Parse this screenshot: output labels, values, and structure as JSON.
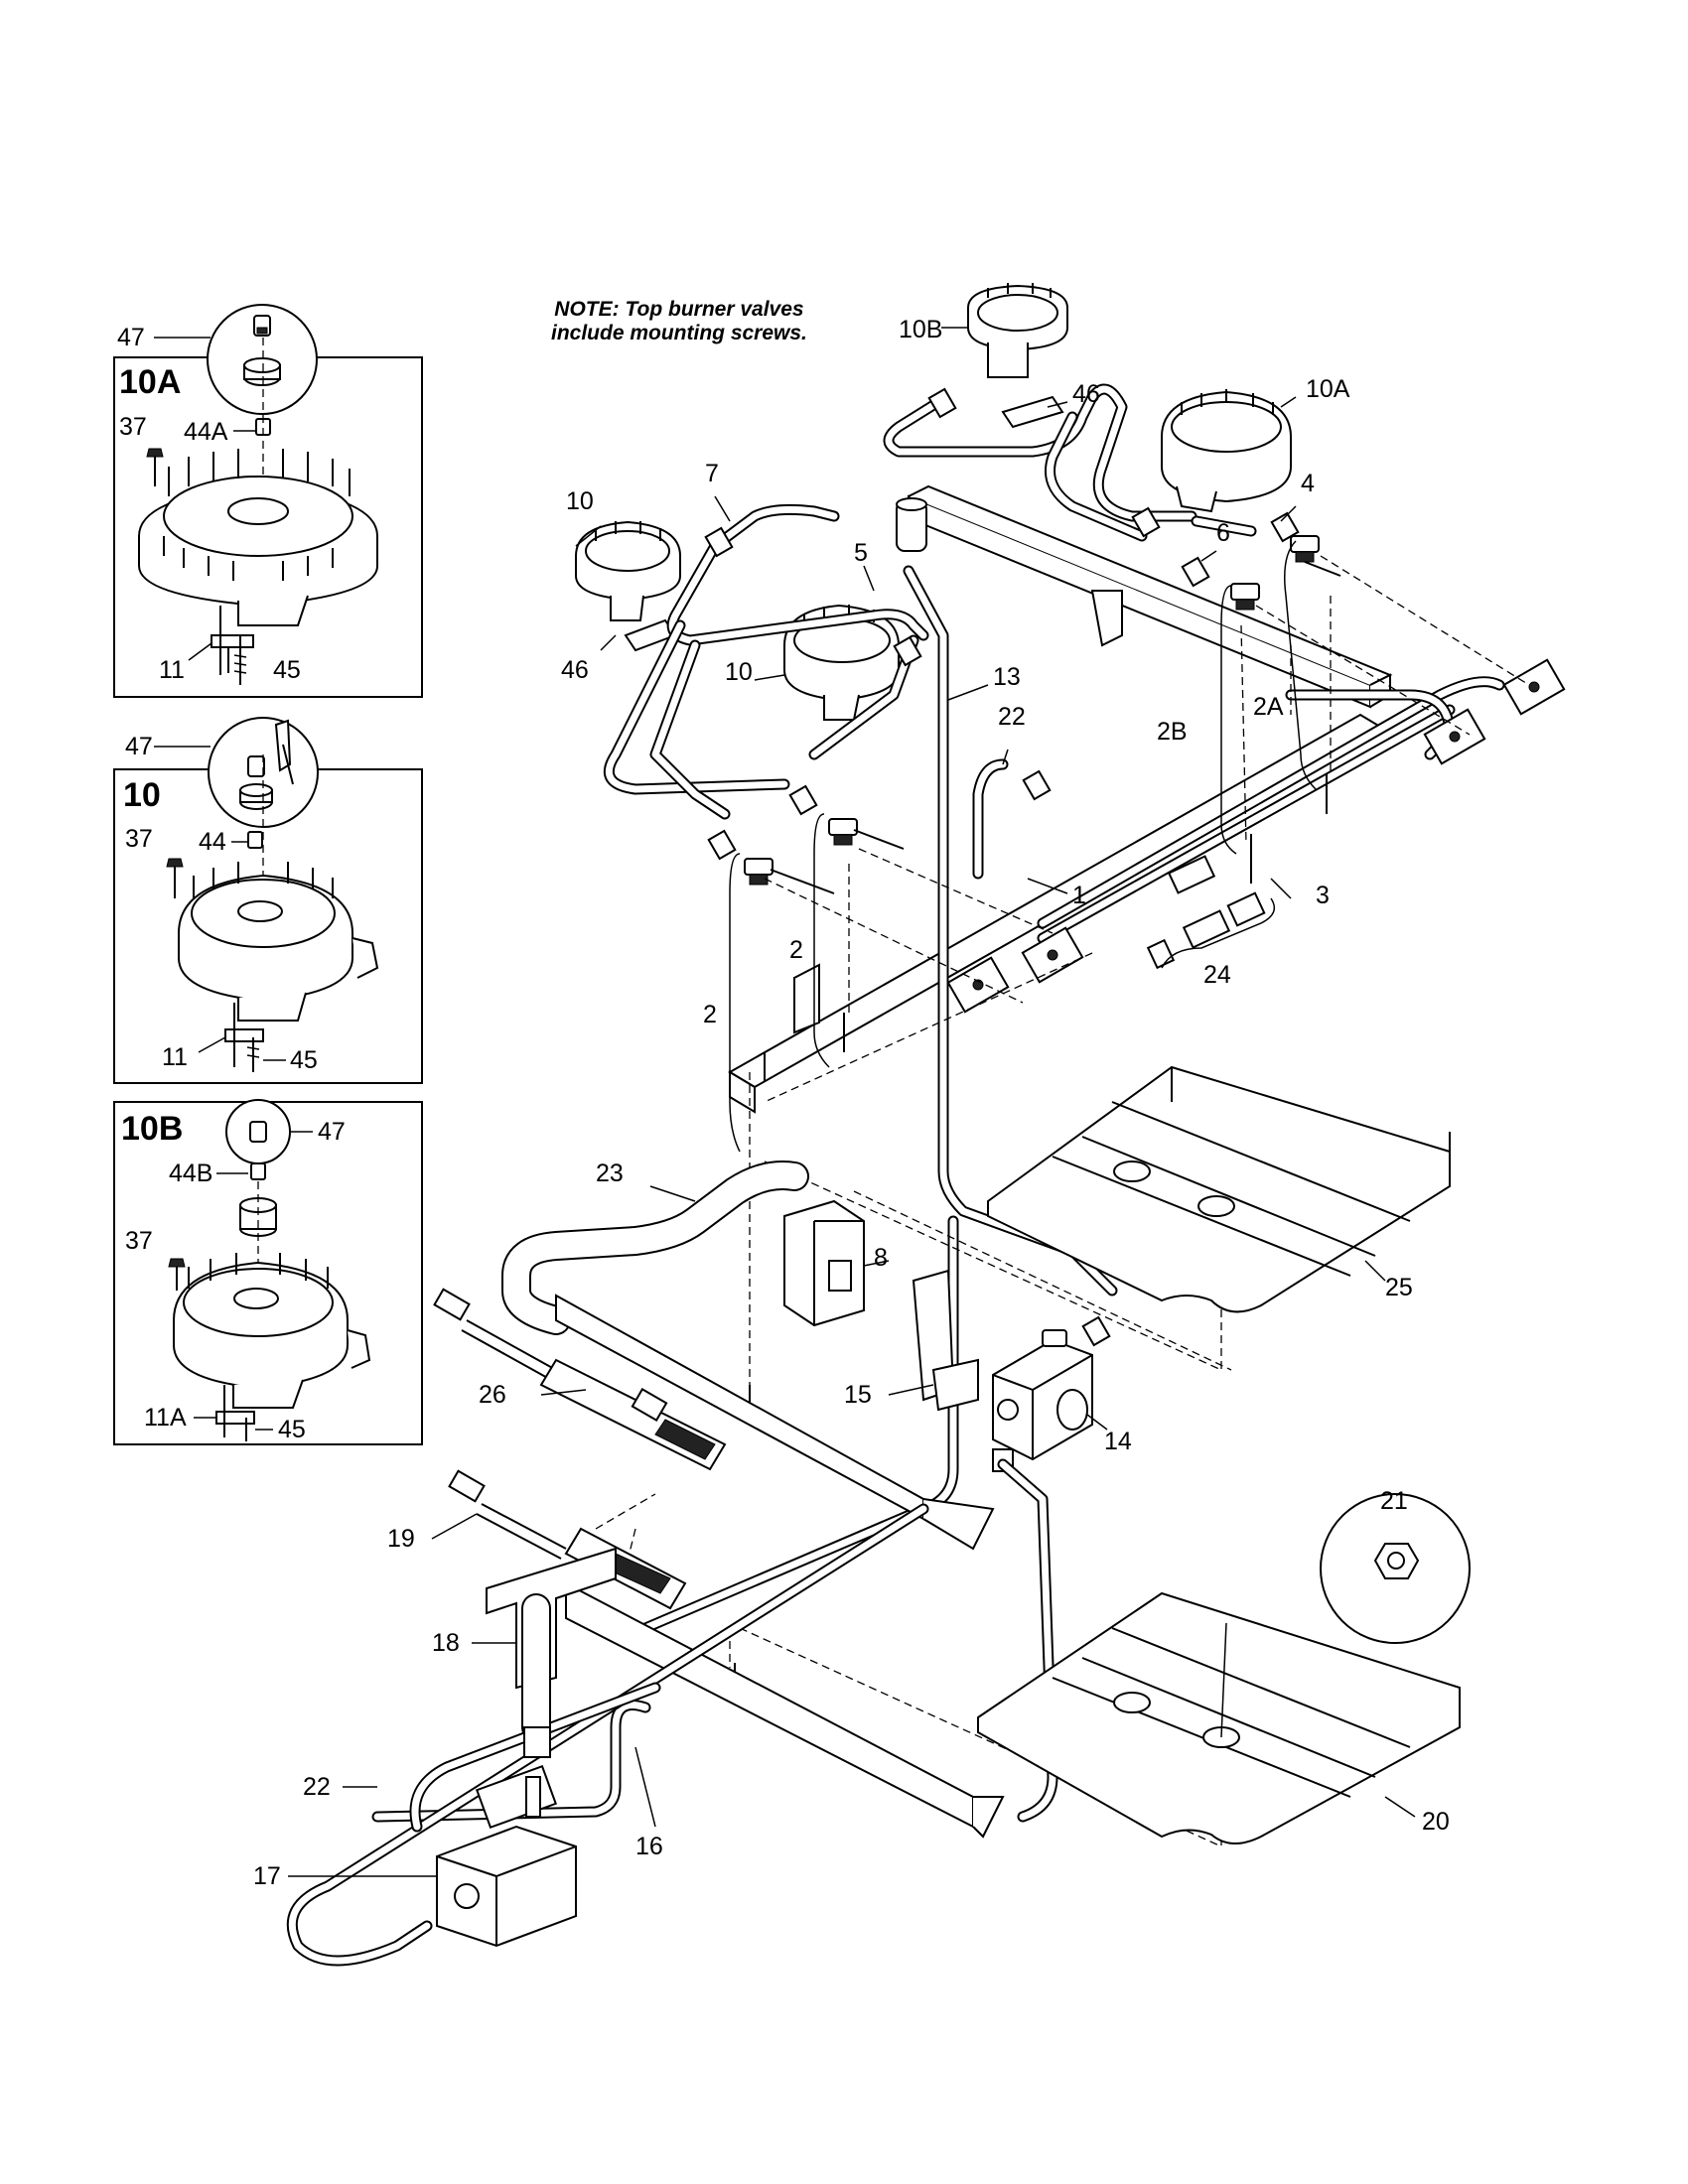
{
  "note": {
    "line1": "NOTE: Top burner valves",
    "line2": "include mounting screws."
  },
  "inset_boxes": {
    "box_10A": {
      "title": "10A",
      "labels": {
        "p47": "47",
        "p37": "37",
        "p44A": "44A",
        "p11": "11",
        "p45": "45"
      }
    },
    "box_10": {
      "title": "10",
      "labels": {
        "p47": "47",
        "p37": "37",
        "p44": "44",
        "p11": "11",
        "p45": "45"
      }
    },
    "box_10B": {
      "title": "10B",
      "labels": {
        "p47": "47",
        "p44B": "44B",
        "p37": "37",
        "p11A": "11A",
        "p45": "45"
      }
    }
  },
  "callouts": {
    "c10B": "10B",
    "c46_top": "46",
    "c10A": "10A",
    "c7": "7",
    "c10_left": "10",
    "c5": "5",
    "c4": "4",
    "c6": "6",
    "c46_left": "46",
    "c10_mid": "10",
    "c13": "13",
    "c22_top": "22",
    "c2B": "2B",
    "c2A": "2A",
    "c1": "1",
    "c3": "3",
    "c2_mid": "2",
    "c2_left": "2",
    "c24": "24",
    "c23": "23",
    "c8": "8",
    "c25": "25",
    "c26": "26",
    "c15": "15",
    "c14": "14",
    "c19": "19",
    "c21": "21",
    "c18": "18",
    "c22_bottom": "22",
    "c17": "17",
    "c16": "16",
    "c20": "20"
  },
  "icons": {
    "burner": "burner-base-icon",
    "valve": "burner-valve-icon",
    "orifice": "orifice-hood-icon",
    "nut": "hex-nut-icon",
    "screw": "screw-icon",
    "bracket": "mounting-bracket-icon",
    "regulator": "pressure-regulator-icon",
    "safety_valve": "safety-valve-icon",
    "igniter": "igniter-icon",
    "spark_module": "spark-module-icon",
    "baffle": "burner-baffle-icon",
    "tube": "gas-tube-icon",
    "manifold": "manifold-pipe-icon"
  }
}
